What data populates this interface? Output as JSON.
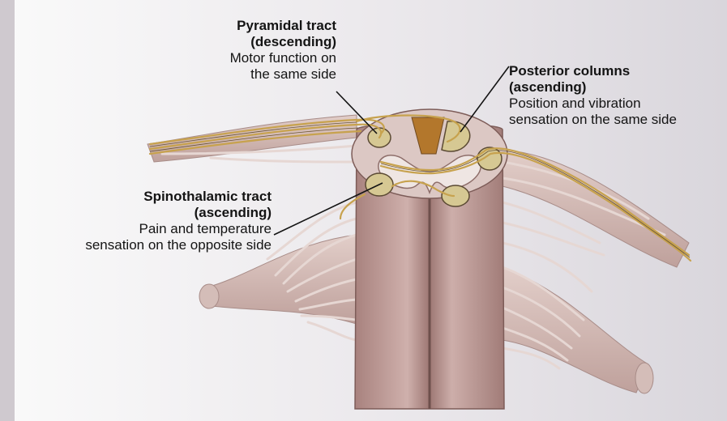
{
  "labels": {
    "pyramidal": {
      "title_line1": "Pyramidal tract",
      "title_line2": "(descending)",
      "desc_line1": "Motor function on",
      "desc_line2": "the same side"
    },
    "posterior": {
      "title_line1": "Posterior columns",
      "title_line2": "(ascending)",
      "desc_line1": "Position and vibration",
      "desc_line2": "sensation on the same side"
    },
    "spinothalamic": {
      "title_line1": "Spinothalamic tract",
      "title_line2": "(ascending)",
      "desc_line1": "Pain and temperature",
      "desc_line2": "sensation on the opposite side"
    }
  },
  "colors": {
    "cord": "#c9a7a4",
    "cord_shadow": "#a98684",
    "nerve": "#d8c3bd",
    "tract_fill": "#d6c893",
    "tract_edge": "#5b4a33",
    "posterior_median": "#b3772c",
    "fiber": "#c7a24e"
  }
}
